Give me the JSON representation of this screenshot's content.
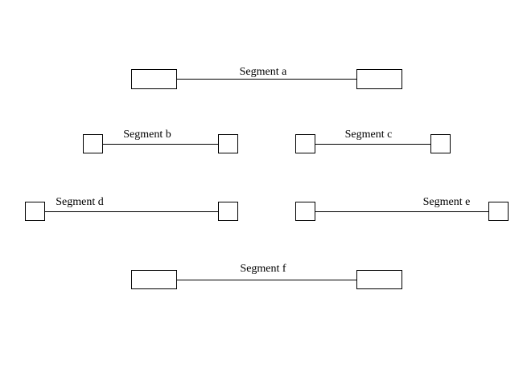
{
  "segments": [
    {
      "id": "a",
      "label": "Segment a"
    },
    {
      "id": "b",
      "label": "Segment b"
    },
    {
      "id": "c",
      "label": "Segment c"
    },
    {
      "id": "d",
      "label": "Segment d"
    },
    {
      "id": "e",
      "label": "Segment e"
    },
    {
      "id": "f",
      "label": "Segment f"
    }
  ],
  "colors": {
    "stroke": "#000000",
    "background": "#ffffff"
  }
}
